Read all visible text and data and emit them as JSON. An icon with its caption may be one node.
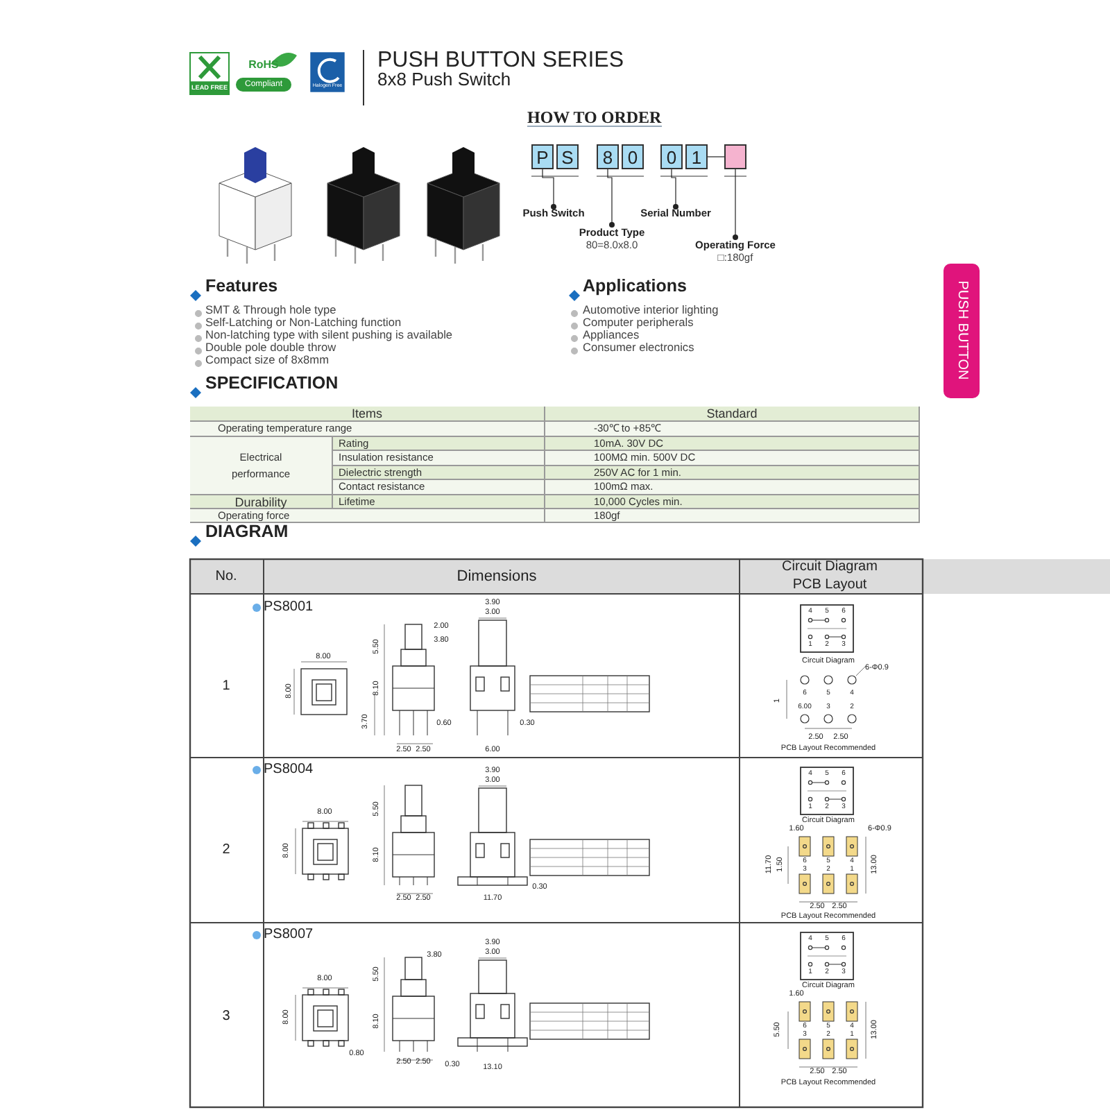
{
  "diagram": {
    "title": "PUSH BUTTON SERIES",
    "nodes": [
      {
        "text": [
          "P"
        ]
      },
      {
        "text": [
          "S"
        ]
      },
      {
        "text": [
          "8"
        ]
      },
      {
        "text": [
          "0"
        ]
      },
      {
        "text": [
          "0"
        ]
      },
      {
        "text": [
          "1"
        ]
      },
      {
        "text": [],
        "shape": "box"
      },
      {
        "text": [
          "Push Switch"
        ]
      },
      {
        "text": [
          "Product Type",
          "80=8.0x8.0"
        ]
      },
      {
        "text": [
          "Serial Number"
        ]
      },
      {
        "text": [
          "Operating Force",
          "□:180gf"
        ]
      }
    ],
    "edges": [
      {
        "from": 0,
        "to": 7,
        "arrow": "other"
      },
      {
        "from": 2,
        "to": 8,
        "arrow": "other"
      },
      {
        "from": 4,
        "to": 9,
        "arrow": "other"
      },
      {
        "from": 5,
        "to": 6,
        "arrow": "none"
      },
      {
        "from": 6,
        "to": 10,
        "arrow": "other"
      }
    ],
    "labels": [
      "LEAD FREE",
      "RoHS",
      "Compliant",
      "Halogen Free",
      "8x8 Push Switch",
      "HOW TO ORDER",
      "PUSH BUTTON",
      "Features",
      "SMT & Through hole type",
      "Self-Latching or Non-Latching function",
      "Non-latching type with silent pushing is available",
      "Double pole double throw",
      "Compact size of 8x8mm",
      "Applications",
      "Automotive interior lighting",
      "Computer peripherals",
      "Appliances",
      "Consumer electronics",
      "SPECIFICATION",
      "Items",
      "Standard",
      "Operating temperature range",
      "-30℃ to +85℃",
      "Electrical performance",
      "Rating",
      "10mA. 30V DC",
      "Insulation resistance",
      "100MΩ min. 500V DC",
      "Dielectric strength",
      "250V AC for 1 min.",
      "Contact resistance",
      "100mΩ max.",
      "Durability",
      "Lifetime",
      "10,000 Cycles min.",
      "Operating force",
      "180gf",
      "DIAGRAM",
      "No.",
      "Dimensions",
      "Circuit Diagram",
      "PCB Layout",
      "1",
      "PS8001",
      "8.00",
      "8.00",
      "5.50",
      "2.00",
      "3.80",
      "8.10",
      "3.70",
      "0.60",
      "2.50",
      "2.50",
      "3.90",
      "3.00",
      "6.00",
      "0.30",
      "4",
      "5",
      "6",
      "1",
      "2",
      "3",
      "Circuit Diagram",
      "6-Φ0.9",
      "6",
      "5",
      "4",
      "6.00",
      "3",
      "2",
      "1",
      "2.50",
      "2.50",
      "PCB Layout Recommended",
      "2",
      "PS8004",
      "8.00",
      "8.00",
      "5.50",
      "8.10",
      "2.50",
      "2.50",
      "3.90",
      "3.00",
      "11.70",
      "0.30",
      "4",
      "5",
      "6",
      "1",
      "2",
      "3",
      "Circuit Diagram",
      "1.60",
      "6-Φ0.9",
      "11.70",
      "1.50",
      "13.00",
      "6",
      "5",
      "4",
      "3",
      "2",
      "1",
      "2.50",
      "2.50",
      "PCB Layout Recommended",
      "3",
      "PS8007",
      "3.80",
      "8.00",
      "8.00",
      "5.50",
      "8.10",
      "0.80",
      "2.50",
      "2.50",
      "3.90",
      "3.00",
      "0.30",
      "13.10",
      "4",
      "5",
      "6",
      "1",
      "2",
      "3",
      "Circuit Diagram",
      "1.60",
      "5.50",
      "13.00",
      "6",
      "5",
      "4",
      "3",
      "2",
      "1",
      "2.50",
      "2.50",
      "PCB Layout Recommended"
    ]
  }
}
